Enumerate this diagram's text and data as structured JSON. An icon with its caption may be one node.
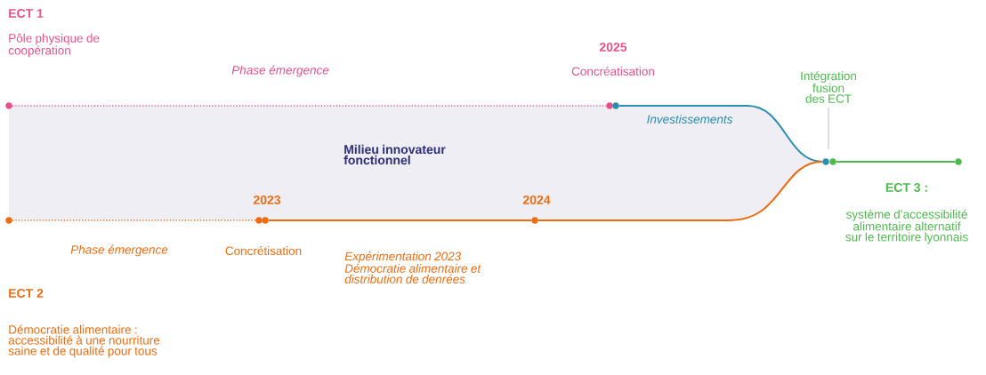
{
  "diagram": {
    "nodes": [
      {
        "text": [],
        "shape": "circle"
      },
      {
        "text": [],
        "shape": "circle"
      },
      {
        "text": [],
        "shape": "circle"
      },
      {
        "text": [],
        "shape": "circle"
      },
      {
        "text": [],
        "shape": "circle"
      },
      {
        "text": [],
        "shape": "circle"
      },
      {
        "text": [],
        "shape": "circle"
      },
      {
        "text": [],
        "shape": "circle"
      },
      {
        "text": [],
        "shape": "circle"
      },
      {
        "text": [],
        "shape": "circle"
      },
      {
        "text": [
          "Intégration fusion des ECT"
        ]
      }
    ],
    "edges": [
      {
        "from": 0,
        "to": 1,
        "arrow": "none",
        "style": "dashed",
        "color": "#e8508a"
      },
      {
        "from": 2,
        "to": 3,
        "arrow": "none",
        "color": "#2a8db0"
      },
      {
        "from": 4,
        "to": 5,
        "arrow": "none",
        "color": "#4cba4c"
      },
      {
        "from": 6,
        "to": 7,
        "arrow": "none",
        "style": "dashed",
        "color": "#ee6c10"
      },
      {
        "from": 8,
        "to": 9,
        "arrow": "none",
        "color": "#ee6c10"
      },
      {
        "from": 9,
        "to": 3,
        "arrow": "none",
        "color": "#ee6c10"
      },
      {
        "from": 10,
        "to": 3,
        "arrow": "none",
        "color": "#c8c8dc"
      }
    ],
    "labels": [
      "ECT 1",
      "Pôle physique de coopération",
      "2025",
      "Phase émergence",
      "Concréatisation",
      "Investissements",
      "Milieu innovateur fonctionnel",
      "2023",
      "2024",
      "ECT 3 :",
      "système d’accessibilité alimentaire alternatif sur le territoire lyonnais",
      "Phase émergence",
      "Concrétisation",
      "Expérimentation 2023 Démocratie alimentaire et distribution de denrées",
      "ECT 2",
      "Démocratie alimentaire : accessibilité à une nourriture saine et de qualité pour tous"
    ]
  }
}
